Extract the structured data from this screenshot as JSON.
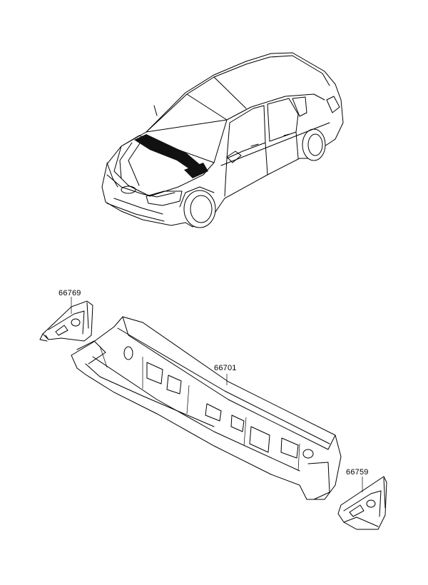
{
  "parts": [
    {
      "number": "66769"
    },
    {
      "number": "66701"
    },
    {
      "number": "66759"
    }
  ]
}
